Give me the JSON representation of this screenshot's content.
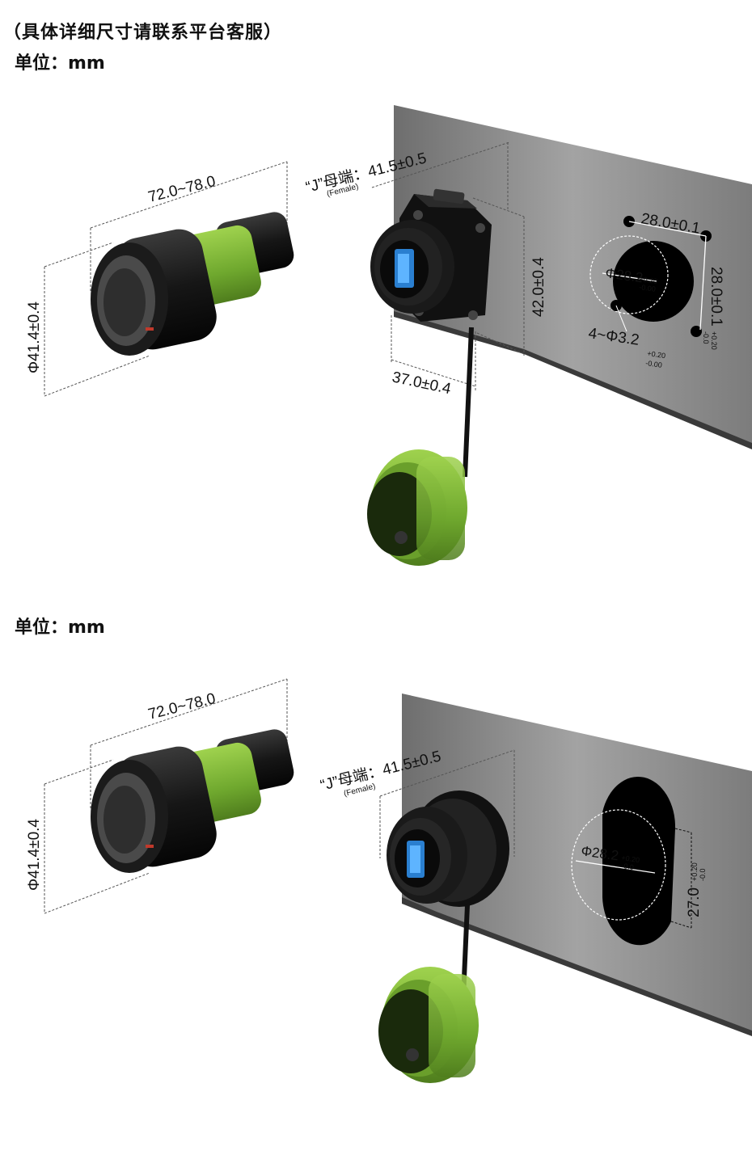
{
  "header": {
    "note": "（具体详细尺寸请联系平台客服）",
    "unit_label_1": "单位：mm",
    "unit_label_2": "单位：mm"
  },
  "figure_1": {
    "plug_length": "72.0~78.0",
    "plug_diameter": "Φ41.4±0.4",
    "socket_label": "“J”母端：41.5±0.5",
    "socket_sub": "(Female)",
    "socket_height": "42.0±0.4",
    "socket_width": "37.0±0.4",
    "hole_spacing_h": "28.0±0.1",
    "hole_spacing_v": "28.0±0.1",
    "hole_spacing_v_tol_plus": "+0.20",
    "hole_spacing_v_tol_minus": "-0.0",
    "cutout_diameter": "Φ28.2",
    "cutout_tol_plus": "+0.20",
    "cutout_tol_minus": "-0.00",
    "mount_holes": "4~Φ3.2",
    "mount_tol_plus": "+0.20",
    "mount_tol_minus": "-0.00"
  },
  "figure_2": {
    "plug_length": "72.0~78.0",
    "plug_diameter": "Φ41.4±0.4",
    "socket_label": "“J”母端：41.5±0.5",
    "socket_sub": "(Female)",
    "cutout_diameter": "Φ28.2",
    "cutout_tol_plus": "+0.20",
    "cutout_tol_minus": "-0.0",
    "flat_width": "27.0",
    "flat_tol_plus": "+0.20",
    "flat_tol_minus": "-0.0"
  },
  "colors": {
    "green": "#7fb83a",
    "black": "#141414",
    "panel": "#8a8a8a",
    "blue": "#2a7fd0"
  }
}
